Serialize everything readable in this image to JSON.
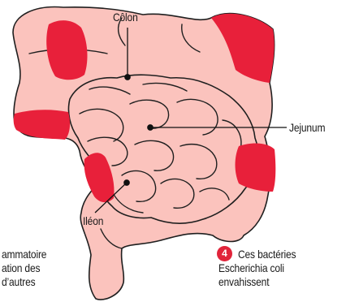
{
  "labels": {
    "colon": "Côlon",
    "jejunum": "Jejunum",
    "ileon": "Iléon"
  },
  "left_caption": {
    "lines": [
      "ammatoire",
      "ation des",
      "d’autres"
    ]
  },
  "step": {
    "number": "4",
    "lines": [
      "Ces bactéries",
      "Escherichia coli",
      "envahissent"
    ]
  },
  "colors": {
    "tissue": "#fbc3bd",
    "outline": "#1f1f1f",
    "inflamed": "#e8203a",
    "badge": "#e1243a"
  }
}
